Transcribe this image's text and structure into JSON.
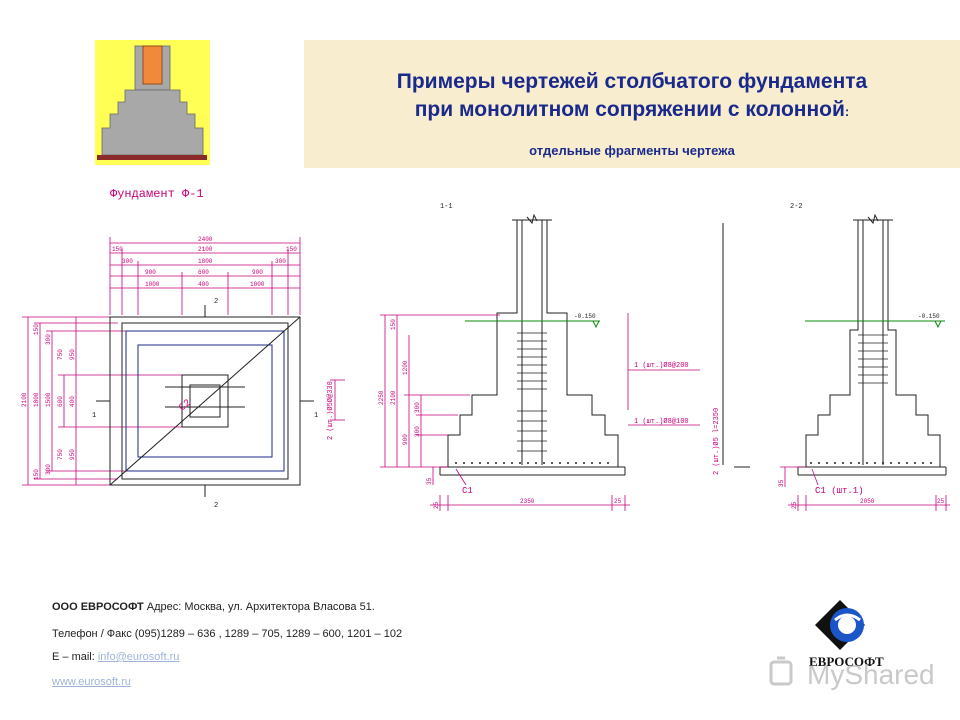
{
  "header": {
    "title_line1": "Примеры чертежей столбчатого фундамента",
    "title_line2": "при монолитном сопряжении с колонной",
    "title_colon": ":",
    "subtitle": "отдельные фрагменты чертежа"
  },
  "plan": {
    "title": "Фундамент Ф-1",
    "dims_top": [
      "2400",
      "150",
      "2100",
      "150",
      "300",
      "1800",
      "300",
      "900",
      "600",
      "900",
      "1000",
      "400",
      "1000"
    ],
    "dims_left": [
      "2100",
      "1800",
      "1500",
      "600",
      "150",
      "300",
      "750",
      "950",
      "400",
      "950",
      "750",
      "300",
      "150"
    ],
    "cut_labels": [
      "1",
      "1",
      "2",
      "2"
    ],
    "note_bottom": "2 (шт.)Ø5Ø@330",
    "rebar_label": "C2"
  },
  "section1": {
    "title": "1-1",
    "elevation": "-0.150",
    "note1": "1 (шт.)Ø8@200",
    "note2": "1 (шт.)Ø8@100",
    "dims_left": [
      "150",
      "1200",
      "2100",
      "2250",
      "300",
      "300",
      "900",
      "35"
    ],
    "dims_bottom": [
      "25",
      "2350",
      "25"
    ],
    "rebar_label": "C1"
  },
  "section2": {
    "title": "2-2",
    "elevation": "-0.150",
    "note_side": "2 (шт.)Ø5 l=2350",
    "dims_left": [
      "35"
    ],
    "dims_bottom": [
      "25",
      "2050",
      "25"
    ],
    "rebar_label": "C1 (шт.1)"
  },
  "footer": {
    "company": "ООО ЕВРОСОФТ",
    "address": "Адрес: Москва, ул. Архитектора Власова 51.",
    "phone": "Телефон / Факс  (095)1289  – 636 , 1289 – 705, 1289 – 600, 1201 – 102",
    "email_label": "E – mail: ",
    "email": "info@eurosoft.ru",
    "website": "www.eurosoft.ru"
  },
  "logo": {
    "text": "ЕВРОСОФТ"
  },
  "watermark": {
    "text": "MyShared"
  },
  "colors": {
    "title": "#1a2a8c",
    "drawing": "#c8007a",
    "line": "#222222",
    "level": "#0a8a0a",
    "thumb_bg": "#ffff66"
  }
}
